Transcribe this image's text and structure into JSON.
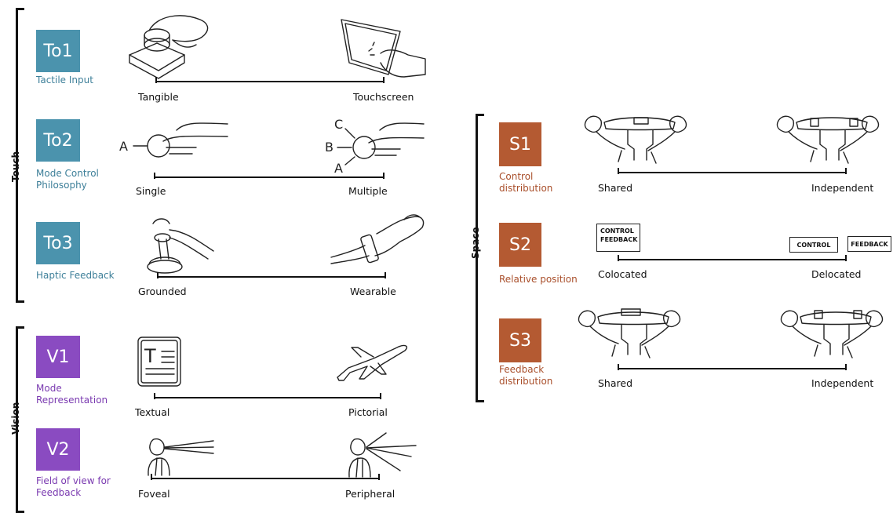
{
  "groups": {
    "touch": "Touch",
    "vision": "Vision",
    "space": "Space"
  },
  "dimensions": {
    "to1": {
      "code": "To1",
      "caption": "Tactile Input",
      "left": "Tangible",
      "right": "Touchscreen"
    },
    "to2": {
      "code": "To2",
      "caption": "Mode Control Philosophy",
      "left": "Single",
      "right": "Multiple",
      "glyph_a": "A",
      "glyph_b": "B",
      "glyph_c": "C"
    },
    "to3": {
      "code": "To3",
      "caption": "Haptic Feedback",
      "left": "Grounded",
      "right": "Wearable"
    },
    "v1": {
      "code": "V1",
      "caption": "Mode Representation",
      "left": "Textual",
      "right": "Pictorial",
      "doc_glyph": "T"
    },
    "v2": {
      "code": "V2",
      "caption": "Field of view for Feedback",
      "left": "Foveal",
      "right": "Peripheral"
    },
    "s1": {
      "code": "S1",
      "caption": "Control distribution",
      "left": "Shared",
      "right": "Independent"
    },
    "s2": {
      "code": "S2",
      "caption": "Relative position",
      "left": "Colocated",
      "right": "Delocated",
      "control_feedback_box": [
        "CONTROL",
        "FEEDBACK"
      ],
      "control_box": "CONTROL",
      "feedback_box": "FEEDBACK"
    },
    "s3": {
      "code": "S3",
      "caption": "Feedback distribution",
      "left": "Shared",
      "right": "Independent"
    }
  },
  "colors": {
    "touch": "#4b93ad",
    "vision": "#8a4bc1",
    "space": "#b45a32"
  },
  "icons": [
    "rotary-knob-hand",
    "touchscreen-hand",
    "single-button-hand",
    "multi-button-hand",
    "grounded-joystick",
    "wrist-band",
    "text-document",
    "airplane",
    "foveal-person",
    "peripheral-person",
    "shared-console",
    "independent-console"
  ]
}
